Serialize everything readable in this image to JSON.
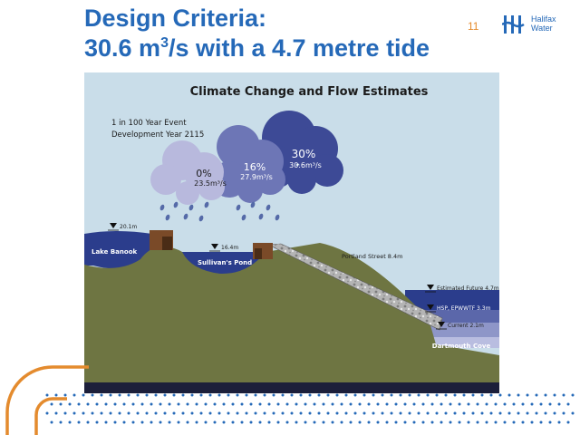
{
  "slide": {
    "title_line1": "Design Criteria:",
    "title_line2_prefix": "30.6 m",
    "title_line2_sup": "3",
    "title_line2_suffix": "/s with a 4.7 metre tide",
    "page_number": "11",
    "logo_line1": "Halifax",
    "logo_line2": "Water",
    "colors": {
      "title": "#2569b8",
      "accent": "#e48b2e",
      "sky": "#c9dde9",
      "ground": "#6e7542",
      "water": "#2b3d8c"
    }
  },
  "diagram": {
    "title": "Climate Change and Flow Estimates",
    "event_line1": "1 in 100 Year Event",
    "event_line2": "Development Year 2115",
    "clouds": [
      {
        "pct": "0%",
        "flow": "23.5m³/s"
      },
      {
        "pct": "16%",
        "flow": "27.9m³/s"
      },
      {
        "pct": "30%",
        "flow": "30.6m³/s"
      }
    ],
    "lake_banook": {
      "label": "Lake Banook",
      "level": "20.1m"
    },
    "sullivans_pond": {
      "label": "Sullivan's Pond",
      "level": "16.4m"
    },
    "portland_street": "Portland Street 8.4m",
    "estimated_future": "Estimated Future 4.7m",
    "hsp": "HSP, EPWWTF 3.3m",
    "current": "Current 2.1m",
    "dartmouth_cove": "Dartmouth Cove"
  }
}
